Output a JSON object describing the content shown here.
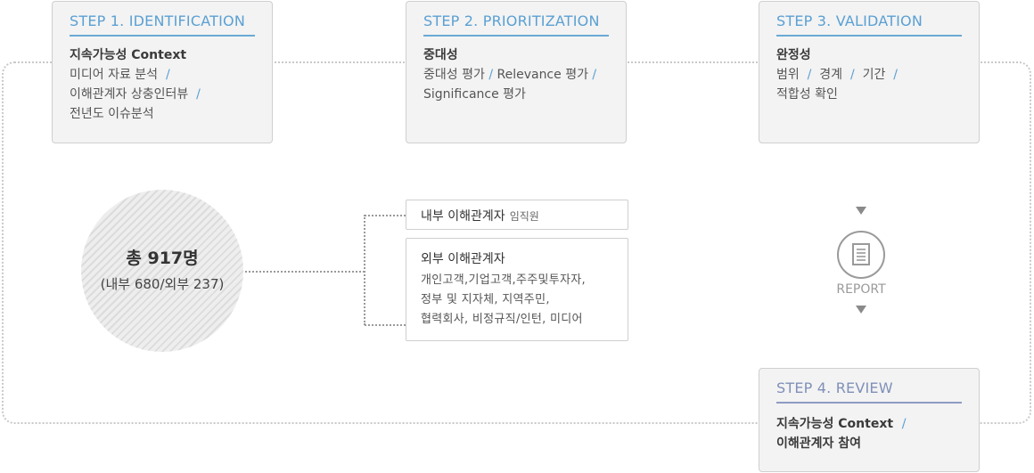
{
  "steps": [
    {
      "title": "STEP 1. IDENTIFICATION",
      "head": "지속가능성 Context",
      "lines": [
        "미디어 자료 분석",
        "이해관계자 상충인터뷰",
        "전년도 이슈분석"
      ]
    },
    {
      "title": "STEP 2. PRIORITIZATION",
      "head": "중대성",
      "lines": [
        "중대성 평가",
        "Relevance 평가",
        "Significance 평가"
      ]
    },
    {
      "title": "STEP 3. VALIDATION",
      "head": "완정성",
      "lines": [
        "범위",
        "경계",
        "기간",
        "적합성 확인"
      ]
    },
    {
      "title": "STEP 4. REVIEW",
      "lines": [
        "지속가능성 Context",
        "이해관계자 참여"
      ]
    }
  ],
  "separator": "/",
  "participants": {
    "total": "총 917명",
    "detail": "(내부 680/외부 237)"
  },
  "internal": {
    "title": "내부 이해관계자",
    "sub": "임직원"
  },
  "external": {
    "title": "외부 이해관계자",
    "lines": [
      "개인고객,기업고객,주주및투자자,",
      "정부 및 지자체, 지역주민,",
      "협력회사, 비정규직/인턴, 미디어"
    ]
  },
  "report": {
    "label": "REPORT"
  },
  "colors": {
    "accent": "#5ba0d3",
    "review_accent": "#7f90b8"
  }
}
